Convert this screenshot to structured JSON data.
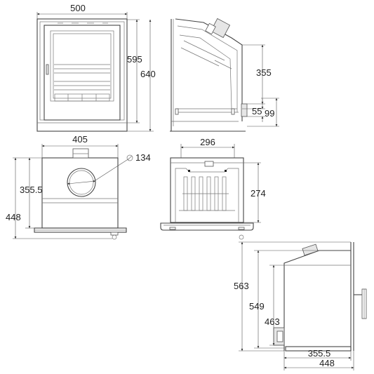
{
  "front_view": {
    "width": "500",
    "height_inner": "595",
    "height_total": "640"
  },
  "side_view": {
    "dim_355": "355",
    "dim_55": "55",
    "dim_99": "99"
  },
  "rear_view": {
    "width": "405",
    "flue_dia": "134",
    "flue_height": "355.5",
    "height": "448"
  },
  "interior_view": {
    "width": "296",
    "height": "274"
  },
  "section_view": {
    "h_563": "563",
    "h_549": "549",
    "h_463": "463",
    "depth_inner": "355.5",
    "depth_total": "448"
  }
}
